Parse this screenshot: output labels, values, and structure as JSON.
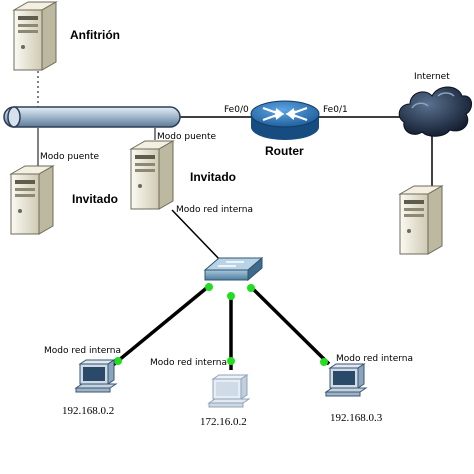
{
  "nodes": {
    "host": {
      "label": "Anfitrión"
    },
    "guest_left": {
      "label": "Invitado",
      "mode": "Modo puente"
    },
    "guest_center": {
      "label": "Invitado",
      "mode_top": "Modo puente",
      "mode_bottom": "Modo red interna"
    },
    "router": {
      "label": "Router",
      "port_left": "Fe0/0",
      "port_right": "Fe0/1"
    },
    "internet": {
      "label": "Internet"
    },
    "pc_left": {
      "mode": "Modo red interna",
      "ip": "192.168.0.2"
    },
    "pc_center": {
      "mode": "Modo red interna",
      "ip": "172.16.0.2"
    },
    "pc_right": {
      "mode": "Modo red interna",
      "ip": "192.168.0.3"
    }
  },
  "colors": {
    "link": "#000000",
    "link_up": "#22dd22",
    "bus": "#9fb6cc",
    "router": "#2a6fb0",
    "switch": "#6d9ab8",
    "cloud": "#1d2c45",
    "server": "#e4e0cf"
  }
}
